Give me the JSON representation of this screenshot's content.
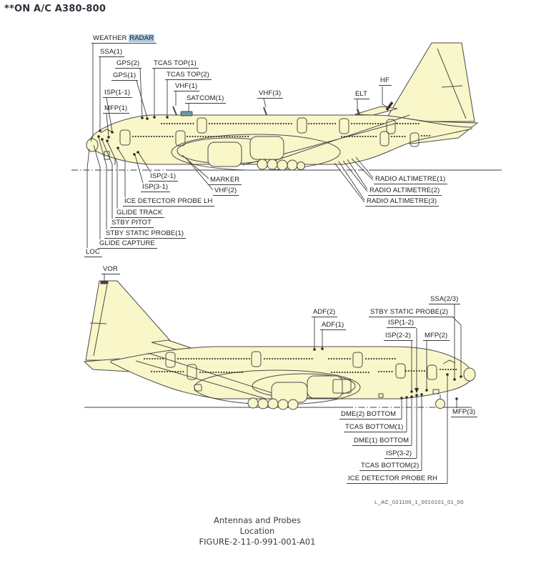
{
  "header": "**ON A/C A380-800",
  "colors": {
    "aircraft_fill": "#f9f7c9",
    "outline": "#4a4a4a",
    "leader_line": "#3d3d3d",
    "label_text": "#1b1b1b",
    "search_highlight": "#a9c9e4",
    "satcom_antenna": "#6d98a2"
  },
  "labels_top": {
    "weather": "WEATHER",
    "radar": "RADAR",
    "ssa_1": "SSA(1)",
    "gps_2": "GPS(2)",
    "tcas_top_1": "TCAS TOP(1)",
    "gps_1": "GPS(1)",
    "tcas_top_2": "TCAS TOP(2)",
    "vhf_1": "VHF(1)",
    "isp_1_1": "ISP(1-1)",
    "satcom_1": "SATCOM(1)",
    "vhf_3": "VHF(3)",
    "mfp_1": "MFP(1)",
    "elt": "ELT",
    "hf": "HF",
    "isp_2_1": "ISP(2-1)",
    "isp_3_1": "ISP(3-1)",
    "marker": "MARKER",
    "vhf_2": "VHF(2)",
    "ice_detector_lh": "ICE DETECTOR PROBE LH",
    "glide_track": "GLIDE TRACK",
    "stby_pitot": "STBY PITOT",
    "stby_static_1": "STBY STATIC PROBE(1)",
    "glide_capture": "GLIDE CAPTURE",
    "loc": "LOC",
    "radio_altimetre_1": "RADIO ALTIMETRE(1)",
    "radio_altimetre_2": "RADIO ALTIMETRE(2)",
    "radio_altimetre_3": "RADIO ALTIMETRE(3)"
  },
  "labels_bottom": {
    "vor": "VOR",
    "adf_2": "ADF(2)",
    "adf_1": "ADF(1)",
    "ssa_2_3": "SSA(2/3)",
    "stby_static_2": "STBY STATIC PROBE(2)",
    "isp_1_2": "ISP(1-2)",
    "isp_2_2": "ISP(2-2)",
    "mfp_2": "MFP(2)",
    "dme_2_bottom": "DME(2) BOTTOM",
    "tcas_bottom_1": "TCAS BOTTOM(1)",
    "dme_1_bottom": "DME(1) BOTTOM",
    "isp_3_2": "ISP(3-2)",
    "tcas_bottom_2": "TCAS BOTTOM(2)",
    "ice_detector_rh": "ICE DETECTOR PROBE RH",
    "mfp_3": "MFP(3)"
  },
  "footer": {
    "ref_code": "L_AC_021100_1_0010101_01_00",
    "caption_1": "Antennas and Probes",
    "caption_2": "Location",
    "caption_3": "FIGURE-2-11-0-991-001-A01"
  }
}
